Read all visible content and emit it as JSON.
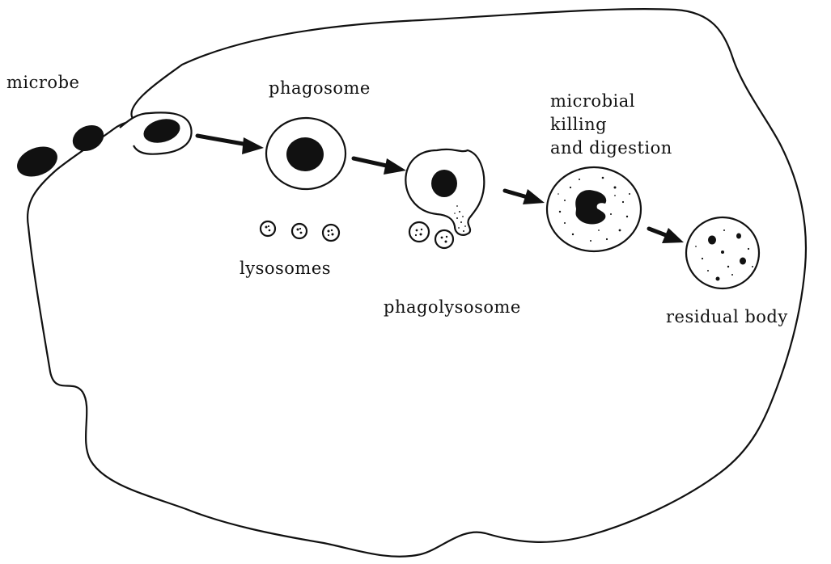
{
  "labels": {
    "microbe": "microbe",
    "phagosome": "phagosome",
    "lysosomes": "lysosomes",
    "phagolysosome": "phagolysosome",
    "killing_line1": "microbial",
    "killing_line2": "killing",
    "killing_line3": "and digestion",
    "residual_body": "residual body"
  },
  "colors": {
    "ink": "#111111",
    "background": "#ffffff"
  }
}
